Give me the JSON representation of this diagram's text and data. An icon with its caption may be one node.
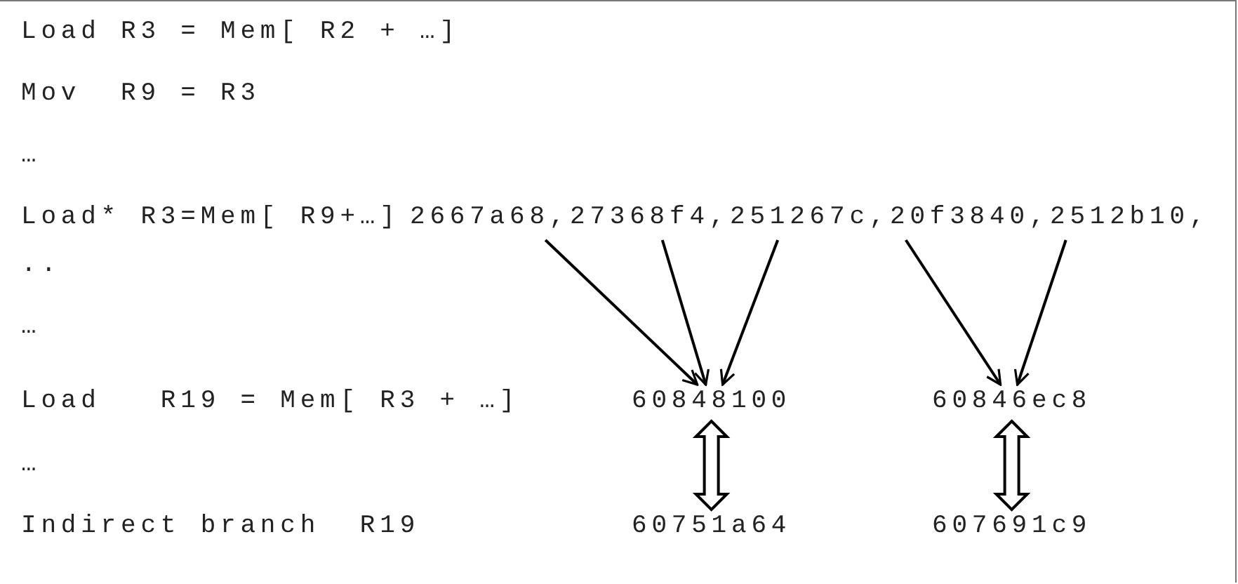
{
  "diagram": {
    "nodes": [
      {
        "text": [
          "2667a68,"
        ]
      },
      {
        "text": [
          "27368f4,"
        ]
      },
      {
        "text": [
          "251267c,"
        ]
      },
      {
        "text": [
          "20f3840,"
        ]
      },
      {
        "text": [
          "2512b10,"
        ]
      },
      {
        "text": [
          "60848100"
        ]
      },
      {
        "text": [
          "60846ec8"
        ]
      },
      {
        "text": [
          "60751a64"
        ]
      },
      {
        "text": [
          "607691c9"
        ]
      }
    ],
    "edges": [
      {
        "from": 0,
        "to": 5,
        "arrow": "to"
      },
      {
        "from": 1,
        "to": 5,
        "arrow": "to"
      },
      {
        "from": 2,
        "to": 5,
        "arrow": "to"
      },
      {
        "from": 3,
        "to": 6,
        "arrow": "to"
      },
      {
        "from": 4,
        "to": 6,
        "arrow": "to"
      },
      {
        "from": 5,
        "to": 7,
        "arrow": "both",
        "style": "thick"
      },
      {
        "from": 6,
        "to": 8,
        "arrow": "both",
        "style": "thick"
      }
    ],
    "labels": [
      "Load R3 = Mem[ R2 + …]",
      "Mov  R9 = R3",
      "…",
      "Load* R3=Mem[ R9+…]",
      "..",
      "…",
      "Load   R19 = Mem[ R3 + …]",
      "…",
      "Indirect branch  R19"
    ]
  }
}
